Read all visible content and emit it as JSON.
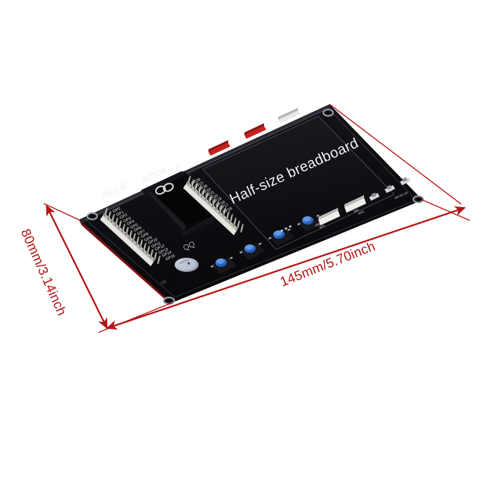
{
  "scene": {
    "type": "product-photo",
    "subject": "Raspberry Pi Pico Breadboard Kit PCB",
    "background_color": "#ffffff",
    "board_color": "#0d0d11",
    "annotation_color": "#b41414"
  },
  "dimensions": {
    "width_label": "145mm/5.70inch",
    "height_label": "80mm/3.14inch"
  },
  "board": {
    "silkscreen": {
      "breadboard_label": "Half-size breadboard",
      "product_name_visible": "Pico B",
      "product_name_mid": "adboa",
      "product_name_end": "Kit",
      "brand_mark": "OO",
      "brand_mark_lower": "QQ",
      "edge_code": "HH-01-19",
      "led_ref": "LS1"
    },
    "gpio_left": [
      "GP0",
      "GP1",
      "GP2",
      "GP3",
      "GP4",
      "GP5",
      "GP6",
      "GP7",
      "GP8",
      "GP9",
      "GP10",
      "GP11",
      "GP12",
      "GP13",
      "GP14",
      "GP15"
    ],
    "gpio_right": [
      "GP28",
      "GP27",
      "GP26",
      "GP22",
      "GP21",
      "GP20",
      "GP19",
      "GP18",
      "GP17",
      "GP16"
    ],
    "connector_labels": [
      "GND",
      "3V3",
      "VSYS",
      "SDA",
      "SCL",
      "VCC"
    ],
    "component_labels": [
      "GND",
      "SIG",
      "VCC"
    ],
    "buttons": [
      {
        "name": "button-1",
        "color": "#2f6fd0"
      },
      {
        "name": "button-2",
        "color": "#2f6fd0"
      },
      {
        "name": "button-3",
        "color": "#2f6fd0"
      },
      {
        "name": "button-4",
        "color": "#2f6fd0"
      }
    ],
    "headers": [
      {
        "name": "red-header-1",
        "pins": 4,
        "color": "#c9201c"
      },
      {
        "name": "red-header-2",
        "pins": 4,
        "color": "#c9201c"
      },
      {
        "name": "white-header-top",
        "pins": 4,
        "color": "#e8e8e8"
      }
    ],
    "mounting_holes": 4,
    "buzzer": {
      "label": "buzzer",
      "cap_color": "#b9c4d4"
    }
  }
}
